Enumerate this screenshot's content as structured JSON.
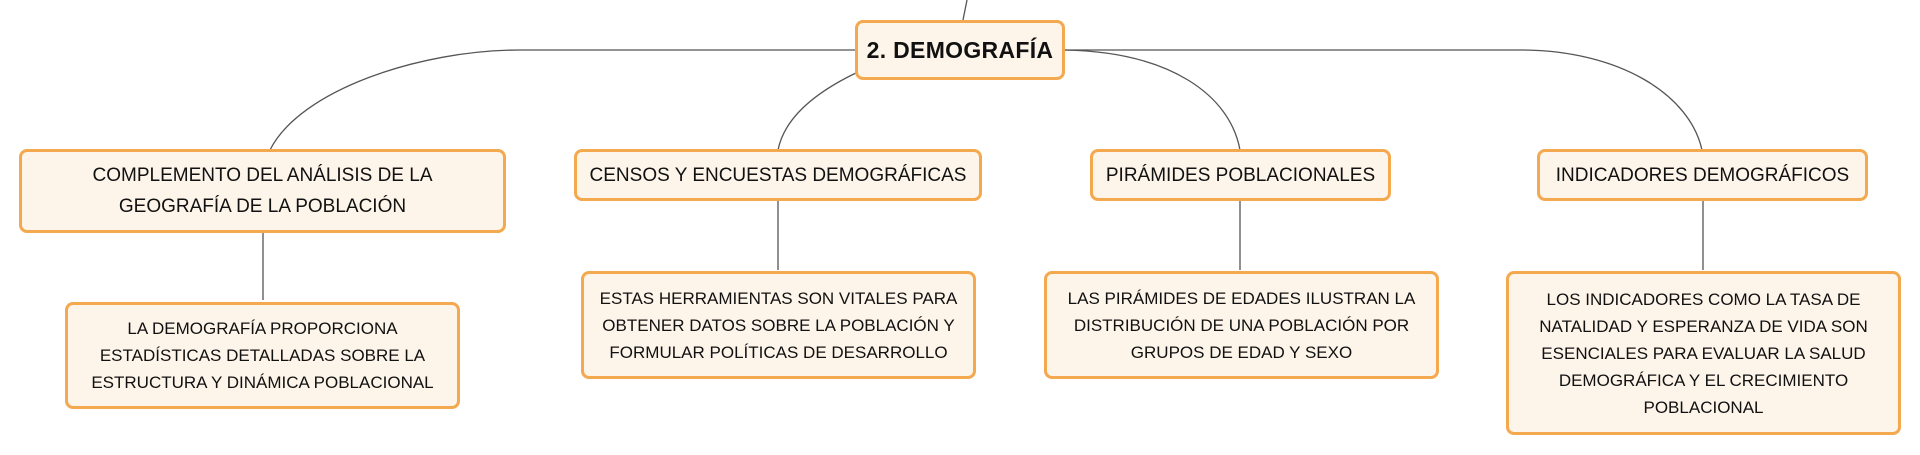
{
  "root": {
    "label": "2. DEMOGRAFÍA"
  },
  "topics": [
    {
      "label": "COMPLEMENTO DEL ANÁLISIS DE LA GEOGRAFÍA DE LA POBLACIÓN"
    },
    {
      "label": "CENSOS Y ENCUESTAS DEMOGRÁFICAS"
    },
    {
      "label": "PIRÁMIDES POBLACIONALES"
    },
    {
      "label": "INDICADORES DEMOGRÁFICOS"
    }
  ],
  "details": [
    {
      "text": "LA DEMOGRAFÍA PROPORCIONA ESTADÍSTICAS DETALLADAS SOBRE LA ESTRUCTURA Y DINÁMICA POBLACIONAL"
    },
    {
      "text": "ESTAS HERRAMIENTAS SON VITALES PARA OBTENER DATOS SOBRE LA POBLACIÓN Y FORMULAR POLÍTICAS DE DESARROLLO"
    },
    {
      "text": "LAS PIRÁMIDES DE EDADES ILUSTRAN LA DISTRIBUCIÓN DE UNA POBLACIÓN POR GRUPOS DE EDAD Y SEXO"
    },
    {
      "text": "LOS INDICADORES COMO LA TASA DE NATALIDAD Y ESPERANZA DE VIDA SON ESENCIALES PARA EVALUAR LA SALUD DEMOGRÁFICA Y EL CRECIMIENTO POBLACIONAL"
    }
  ],
  "colors": {
    "node_border": "#f4a94f",
    "node_fill": "#fdf4ea",
    "connector": "#555555"
  }
}
